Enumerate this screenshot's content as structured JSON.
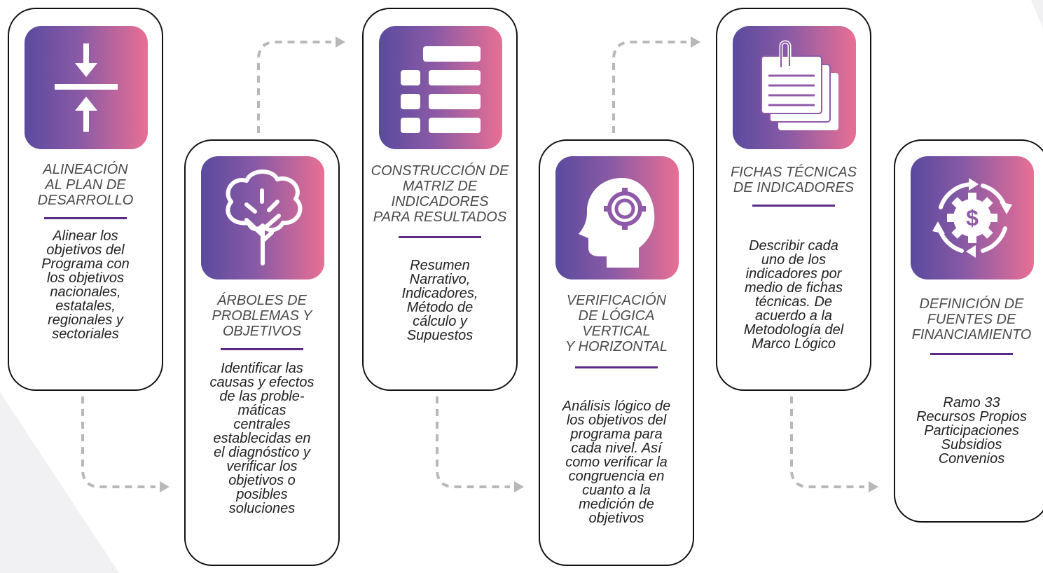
{
  "colors": {
    "gradient_start": "#5a4a9e",
    "gradient_end": "#e86f94",
    "rule": "#5b2a86",
    "connector": "#b8b8b8",
    "border": "#111111"
  },
  "steps": [
    {
      "icon": "align-center-arrows-icon",
      "title": "ALINEACIÓN\nAL PLAN DE\nDESARROLLO",
      "description": "Alinear los\nobjetivos del\nPrograma con\nlos objetivos\nnacionales,\nestatales,\nregionales y\nsectoriales"
    },
    {
      "icon": "tree-icon",
      "title": "ÁRBOLES DE\nPROBLEMAS Y\nOBJETIVOS",
      "description": "Identificar las\ncausas y efectos\nde las proble-\nmáticas\ncentrales\nestablecidas en\nel diagnóstico y\nverificar los\nobjetivos o\nposibles\nsoluciones"
    },
    {
      "icon": "matrix-list-icon",
      "title": "CONSTRUCCIÓN DE\nMATRIZ DE\nINDICADORES\nPARA RESULTADOS",
      "description": "Resumen\nNarrativo,\nIndicadores,\nMétodo de\ncálculo y\nSupuestos"
    },
    {
      "icon": "head-gear-icon",
      "title": "VERIFICACIÓN\nDE LÓGICA\nVERTICAL\nY HORIZONTAL",
      "description": "Análisis lógico de\nlos objetivos del\nprograma para\ncada nivel. Así\ncomo verificar la\ncongruencia en\ncuanto a la\nmedición de\nobjetivos"
    },
    {
      "icon": "clipped-cards-icon",
      "title": "FICHAS TÉCNICAS\nDE INDICADORES",
      "description": "Describir cada\nuno de los\nindicadores por\nmedio de fichas\ntécnicas. De\nacuerdo a la\nMetodología del\nMarco Lógico"
    },
    {
      "icon": "money-gear-cycle-icon",
      "title": "DEFINICIÓN DE\nFUENTES DE\nFINANCIAMIENTO",
      "description": "Ramo 33\nRecursos Propios\nParticipaciones\nSubsidios\nConvenios"
    }
  ]
}
